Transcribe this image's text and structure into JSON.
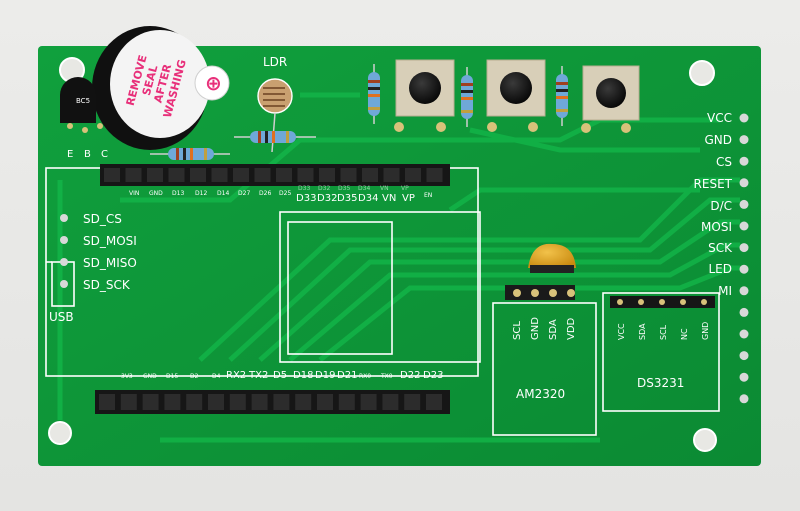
{
  "board": {
    "colors": {
      "pcb": "#0e9a3a",
      "pcb_dark": "#0a7a2d",
      "trace": "#12b045",
      "silk": "#ffffff",
      "header": "#1a1a1a",
      "pad": "#d8c27a",
      "buzzer": "#151515",
      "buzzer_sticker": "#f4f4f4",
      "buzzer_text": "#e8307a",
      "sensor": "#e0a020"
    },
    "buzzer_label": [
      "REMOVE",
      "SEAL",
      "AFTER",
      "WASHING"
    ],
    "ldr_label": "LDR",
    "transistor_pins": [
      "E",
      "B",
      "C"
    ],
    "transistor_marking": "BC5",
    "sd_labels": [
      "SD_CS",
      "SD_MOSI",
      "SD_MISO",
      "SD_SCK"
    ],
    "usb_label": "USB",
    "lcd_pins": [
      "VCC",
      "GND",
      "CS",
      "RESET",
      "D/C",
      "MOSI",
      "SCK",
      "LED",
      "MI"
    ],
    "top_header_small": [
      "VIN",
      "GND",
      "D13",
      "D12",
      "D14",
      "D27",
      "D26",
      "D25"
    ],
    "top_header_big": [
      "D33",
      "D32",
      "D35",
      "D34",
      "VN",
      "VP"
    ],
    "top_header_big_faint": [
      "D33",
      "D32",
      "D35",
      "D34",
      "VN",
      "VP",
      "EN"
    ],
    "bottom_header_small": [
      "3V3",
      "GND",
      "D15",
      "D2",
      "D4"
    ],
    "bottom_header_big": [
      "RX2",
      "TX2",
      "D5",
      "D18",
      "D19",
      "D21"
    ],
    "bottom_header_small2": [
      "RX0",
      "TX0"
    ],
    "bottom_header_big2": [
      "D22",
      "D23"
    ],
    "am2320_pins": [
      "SCL",
      "GND",
      "SDA",
      "VDD"
    ],
    "am2320_label": "AM2320",
    "ds3231_pins": [
      "VCC",
      "SDA",
      "SCL",
      "NC",
      "GND"
    ],
    "ds3231_label": "DS3231"
  }
}
